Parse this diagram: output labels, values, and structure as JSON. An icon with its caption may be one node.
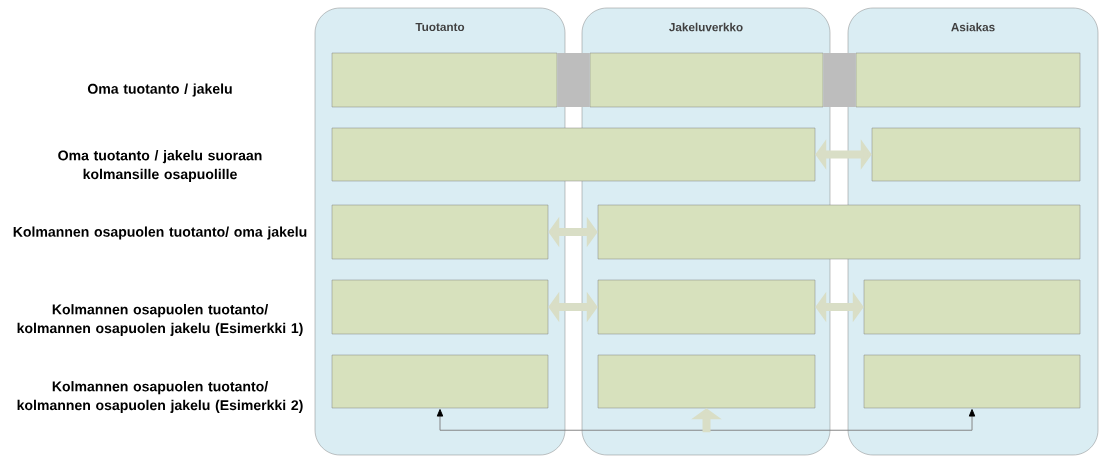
{
  "diagram": {
    "nodes": [
      {
        "text": [
          "Tuotanto"
        ]
      },
      {
        "text": [
          "Jakeluverkko"
        ]
      },
      {
        "text": [
          "Asiakas"
        ]
      },
      {
        "text": [],
        "shape": "box",
        "in": 0
      },
      {
        "text": [],
        "shape": "box",
        "in": 1
      },
      {
        "text": [],
        "shape": "box",
        "in": 2
      },
      {
        "text": [],
        "shape": "box"
      },
      {
        "text": [],
        "shape": "box",
        "in": 2
      },
      {
        "text": [],
        "shape": "box",
        "in": 0
      },
      {
        "text": [],
        "shape": "box"
      },
      {
        "text": [],
        "shape": "box",
        "in": 0
      },
      {
        "text": [],
        "shape": "box",
        "in": 1
      },
      {
        "text": [],
        "shape": "box",
        "in": 2
      },
      {
        "text": [],
        "shape": "box",
        "in": 0
      },
      {
        "text": [],
        "shape": "box",
        "in": 1
      },
      {
        "text": [],
        "shape": "box",
        "in": 2
      }
    ],
    "edges": [
      {
        "from": 3,
        "to": 4,
        "arrow": "none",
        "style": "thick",
        "color": "#bdbdbd"
      },
      {
        "from": 4,
        "to": 5,
        "arrow": "none",
        "style": "thick",
        "color": "#bdbdbd"
      },
      {
        "from": 6,
        "to": 7,
        "arrow": "both"
      },
      {
        "from": 8,
        "to": 9,
        "arrow": "both"
      },
      {
        "from": 10,
        "to": 11,
        "arrow": "both"
      },
      {
        "from": 11,
        "to": 12,
        "arrow": "both"
      },
      {
        "from": 13,
        "to": 15,
        "arrow": "both",
        "color": "#808080"
      },
      {
        "from": null,
        "to": 14,
        "arrow": "to"
      }
    ],
    "labels": [
      "Oma tuotanto / jakelu",
      "Oma tuotanto / jakelu suoraan kolmansille osapuolille",
      "Kolmannen osapuolen tuotanto/ oma jakelu",
      "Kolmannen osapuolen tuotanto/ kolmannen osapuolen jakelu (Esimerkki 1)",
      "Kolmannen osapuolen tuotanto/ kolmannen osapuolen jakelu (Esimerkki 2)"
    ]
  }
}
